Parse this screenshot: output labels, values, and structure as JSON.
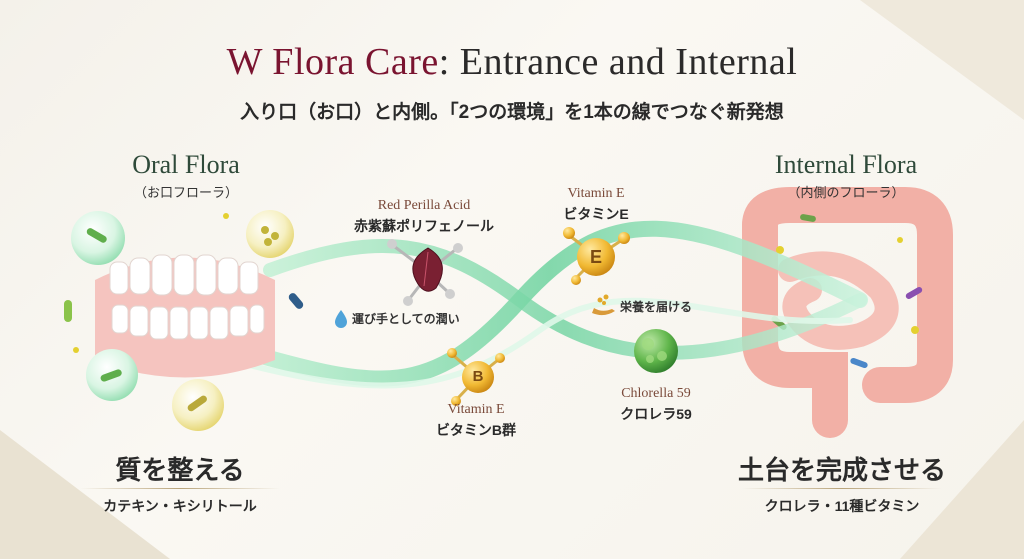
{
  "header": {
    "title_accent": "W Flora Care",
    "title_rest": ": Entrance and Internal",
    "subtitle": "入り口（お口）と内側。「2つの環境」を1本の線でつなぐ新発想"
  },
  "left": {
    "name_en": "Oral Flora",
    "name_ja": "（お口フローラ）",
    "headline": "質を整える",
    "ingredients": "カテキン・キシリトール"
  },
  "right": {
    "name_en": "Internal Flora",
    "name_ja": "（内側のフローラ）",
    "headline": "土台を完成させる",
    "ingredients": "クロレラ・11種ビタミン"
  },
  "ingredients": {
    "perilla_en": "Red Perilla Acid",
    "perilla_ja": "赤紫蘇ポリフェノール",
    "vitE_en": "Vitamin E",
    "vitE_ja": "ビタミンE",
    "vitE_letter": "E",
    "vitB_en": "Vitamin E",
    "vitB_ja": "ビタミンB群",
    "vitB_letter": "B",
    "chlorella_en": "Chlorella 59",
    "chlorella_ja": "クロレラ59"
  },
  "notes": {
    "moisture": "運び手としての潤い",
    "nutrients": "栄養を届ける"
  },
  "colors": {
    "accent": "#7a1430",
    "ribbon": "#6fd3a0",
    "gold": "#e2a92b"
  }
}
